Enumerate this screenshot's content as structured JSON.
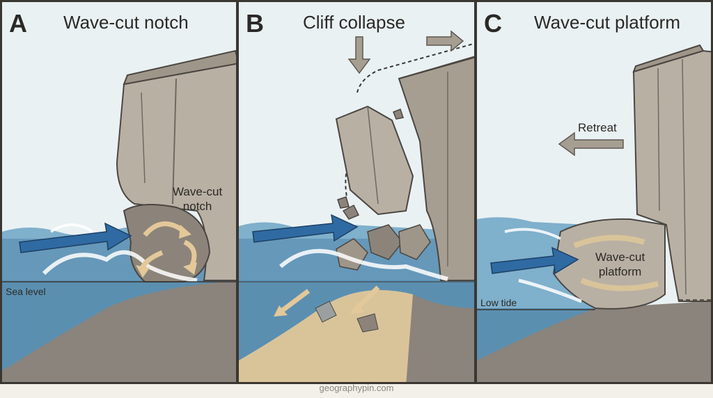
{
  "panels": [
    {
      "letter": "A",
      "title": "Wave-cut notch",
      "label_notch": "Wave-cut\nnotch",
      "label_sea": "Sea level"
    },
    {
      "letter": "B",
      "title": "Cliff collapse"
    },
    {
      "letter": "C",
      "title": "Wave-cut platform",
      "label_retreat": "Retreat",
      "label_platform": "Wave-cut\nplatform",
      "label_tide": "Low tide"
    }
  ],
  "footer": "geographypin.com",
  "colors": {
    "sky": "#e9f1f3",
    "sea": "#5b8fb0",
    "rock": "#b9b0a4",
    "rock_dark": "#8c847a",
    "ground": "#8a847c",
    "sand": "#d9c49a",
    "arrow_blue": "#2f6aa3",
    "arrow_tan": "#e3c89a"
  }
}
